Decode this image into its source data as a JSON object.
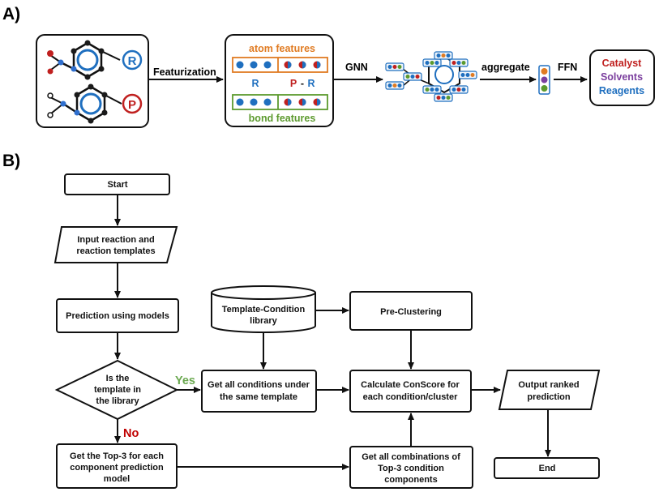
{
  "panels": {
    "a": "A)",
    "b": "B)"
  },
  "panel_a": {
    "r_mark": "R",
    "p_mark": "P",
    "featurization": "Featurization",
    "atom_features": "atom features",
    "r_label": "R",
    "p_label": "P",
    "dash": "-",
    "pr_r_label": "R",
    "bond_features": "bond features",
    "gnn": "GNN",
    "aggregate": "aggregate",
    "ffn": "FFN",
    "outputs": [
      "Catalyst",
      "Solvents",
      "Reagents"
    ],
    "colors": {
      "orange": "#e07b22",
      "green": "#5c9a2e",
      "blue": "#1f6fbf",
      "red": "#c0201f",
      "purple": "#7b3f9e",
      "node_blue": "#2f6fce",
      "dark": "#1a1a1a"
    }
  },
  "panel_b": {
    "start": "Start",
    "input": [
      "Input reaction and",
      "reaction templates"
    ],
    "prediction": "Prediction using models",
    "decision": [
      "Is the",
      "template in",
      "the library"
    ],
    "yes": "Yes",
    "no": "No",
    "library": [
      "Template-Condition",
      "library"
    ],
    "preclustering": "Pre-Clustering",
    "get_conditions": [
      "Get all conditions under",
      "the same template"
    ],
    "conscore": [
      "Calculate ConScore for",
      "each condition/cluster"
    ],
    "output": [
      "Output ranked",
      "prediction"
    ],
    "top3": [
      "Get the Top-3 for each",
      "component prediction",
      "model"
    ],
    "combinations": [
      "Get all combinations of",
      "Top-3 condition",
      "components"
    ],
    "end": "End",
    "colors": {
      "yes": "#6aa84f",
      "no": "#c00000"
    }
  }
}
